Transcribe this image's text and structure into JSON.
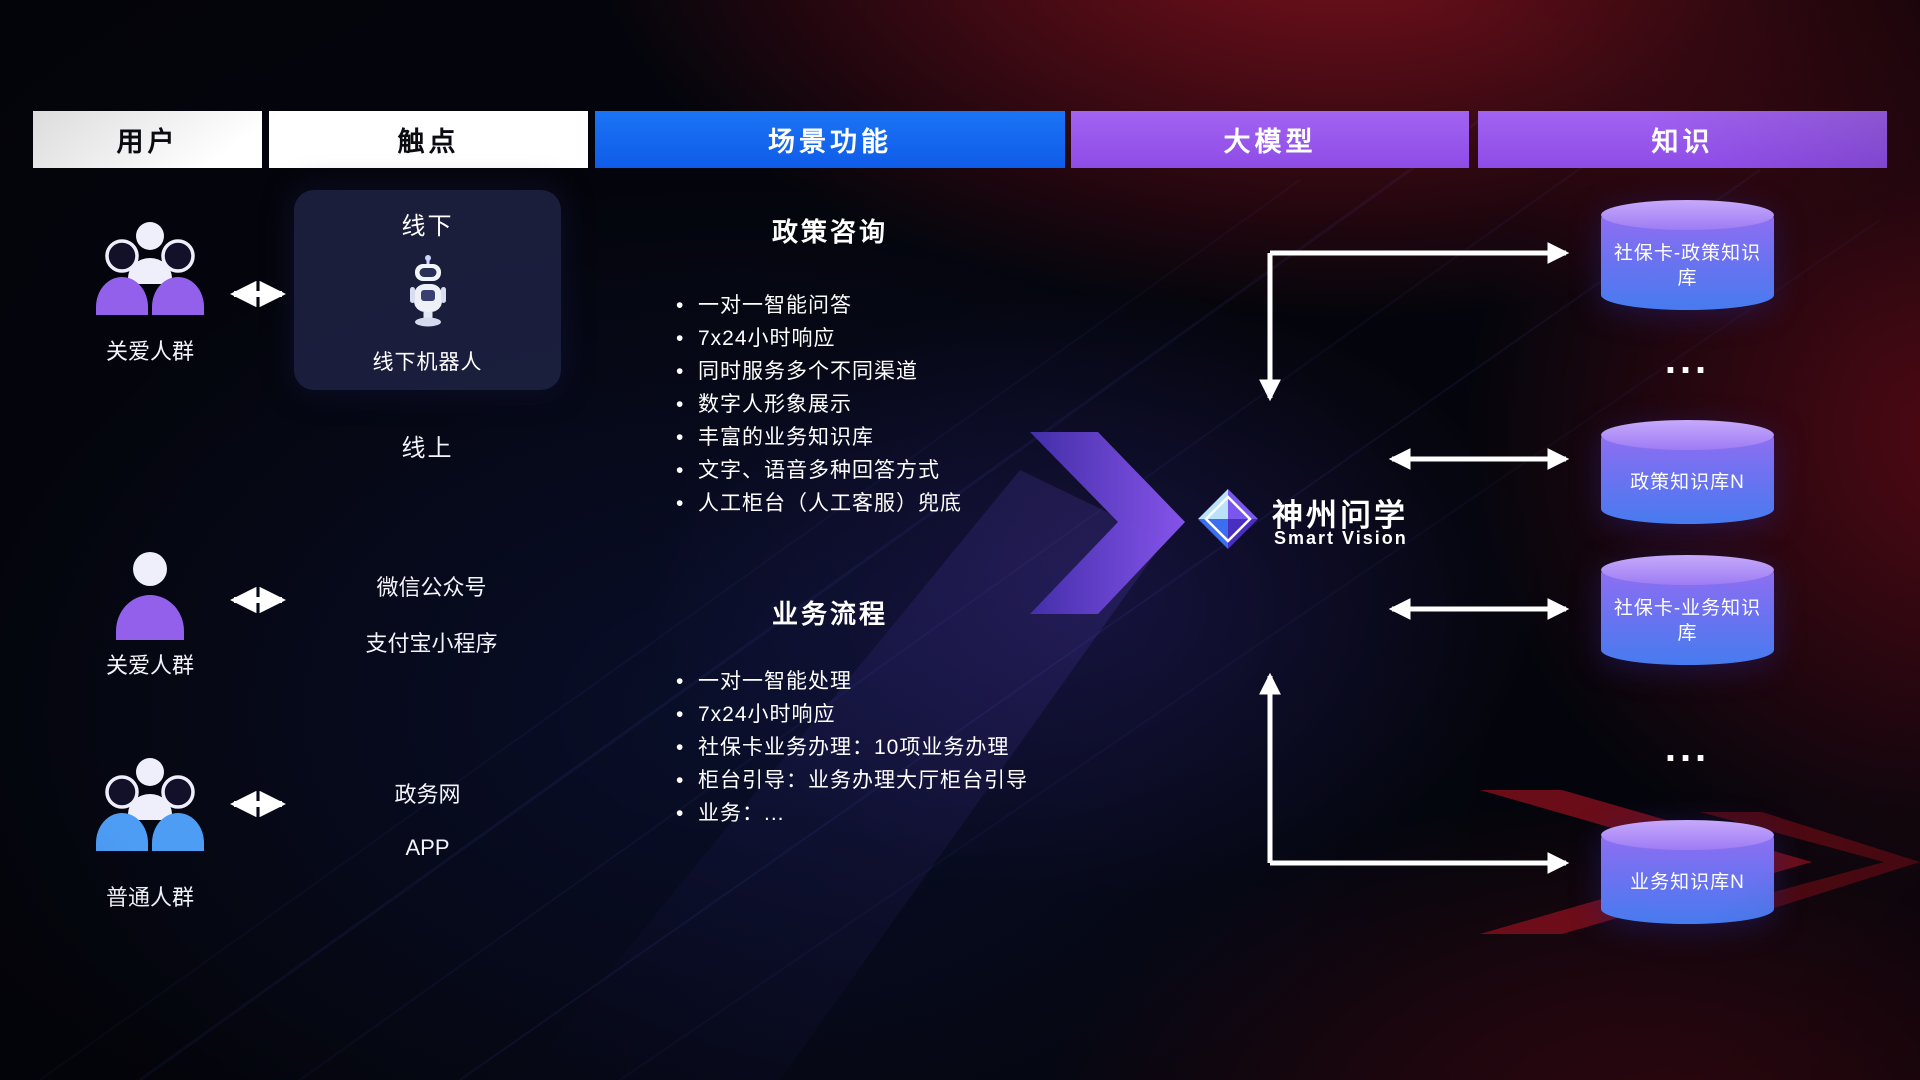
{
  "header": {
    "columns": [
      {
        "label": "用户"
      },
      {
        "label": "触点"
      },
      {
        "label": "场景功能"
      },
      {
        "label": "大模型"
      },
      {
        "label": "知识"
      }
    ]
  },
  "users": [
    {
      "label": "关爱人群",
      "icon": "group-people-purple"
    },
    {
      "label": "关爱人群",
      "icon": "single-person-purple"
    },
    {
      "label": "普通人群",
      "icon": "group-people-blue"
    }
  ],
  "touchpoints": {
    "offline_title": "线下",
    "offline_robot_label": "线下机器人",
    "online_title": "线上",
    "channel_groups": [
      [
        "微信公众号",
        "支付宝小程序"
      ],
      [
        "政务网",
        "APP"
      ]
    ]
  },
  "scenarios": {
    "bullet": "•",
    "sections": [
      {
        "title": "政策咨询",
        "items": [
          "一对一智能问答",
          "7x24小时响应",
          "同时服务多个不同渠道",
          "数字人形象展示",
          "丰富的业务知识库",
          "文字、语音多种回答方式",
          "人工柜台（人工客服）兜底"
        ]
      },
      {
        "title": "业务流程",
        "items": [
          "一对一智能处理",
          "7x24小时响应",
          "社保卡业务办理：10项业务办理",
          "柜台引导：业务办理大厅柜台引导",
          "业务：..."
        ]
      }
    ]
  },
  "model": {
    "name": "神州问学",
    "subtitle": "Smart Vision"
  },
  "knowledge": {
    "ellipsis": "...",
    "databases": [
      "社保卡-政策知识库",
      "政策知识库N",
      "社保卡-业务知识库",
      "业务知识库N"
    ]
  },
  "colors": {
    "header_blue": "#1468f5",
    "header_purple": "#9a58ee",
    "cylinder_top": "#b393f8",
    "cylinder_body_top": "#8f6ff2",
    "cylinder_body_bottom": "#477bef",
    "big_arrow_purple": "#8b57f4",
    "background_red": "#7c0f1c",
    "user_icon_purple": "#9260ea",
    "user_icon_blue": "#4d9df5",
    "connector_white": "#ffffff"
  }
}
